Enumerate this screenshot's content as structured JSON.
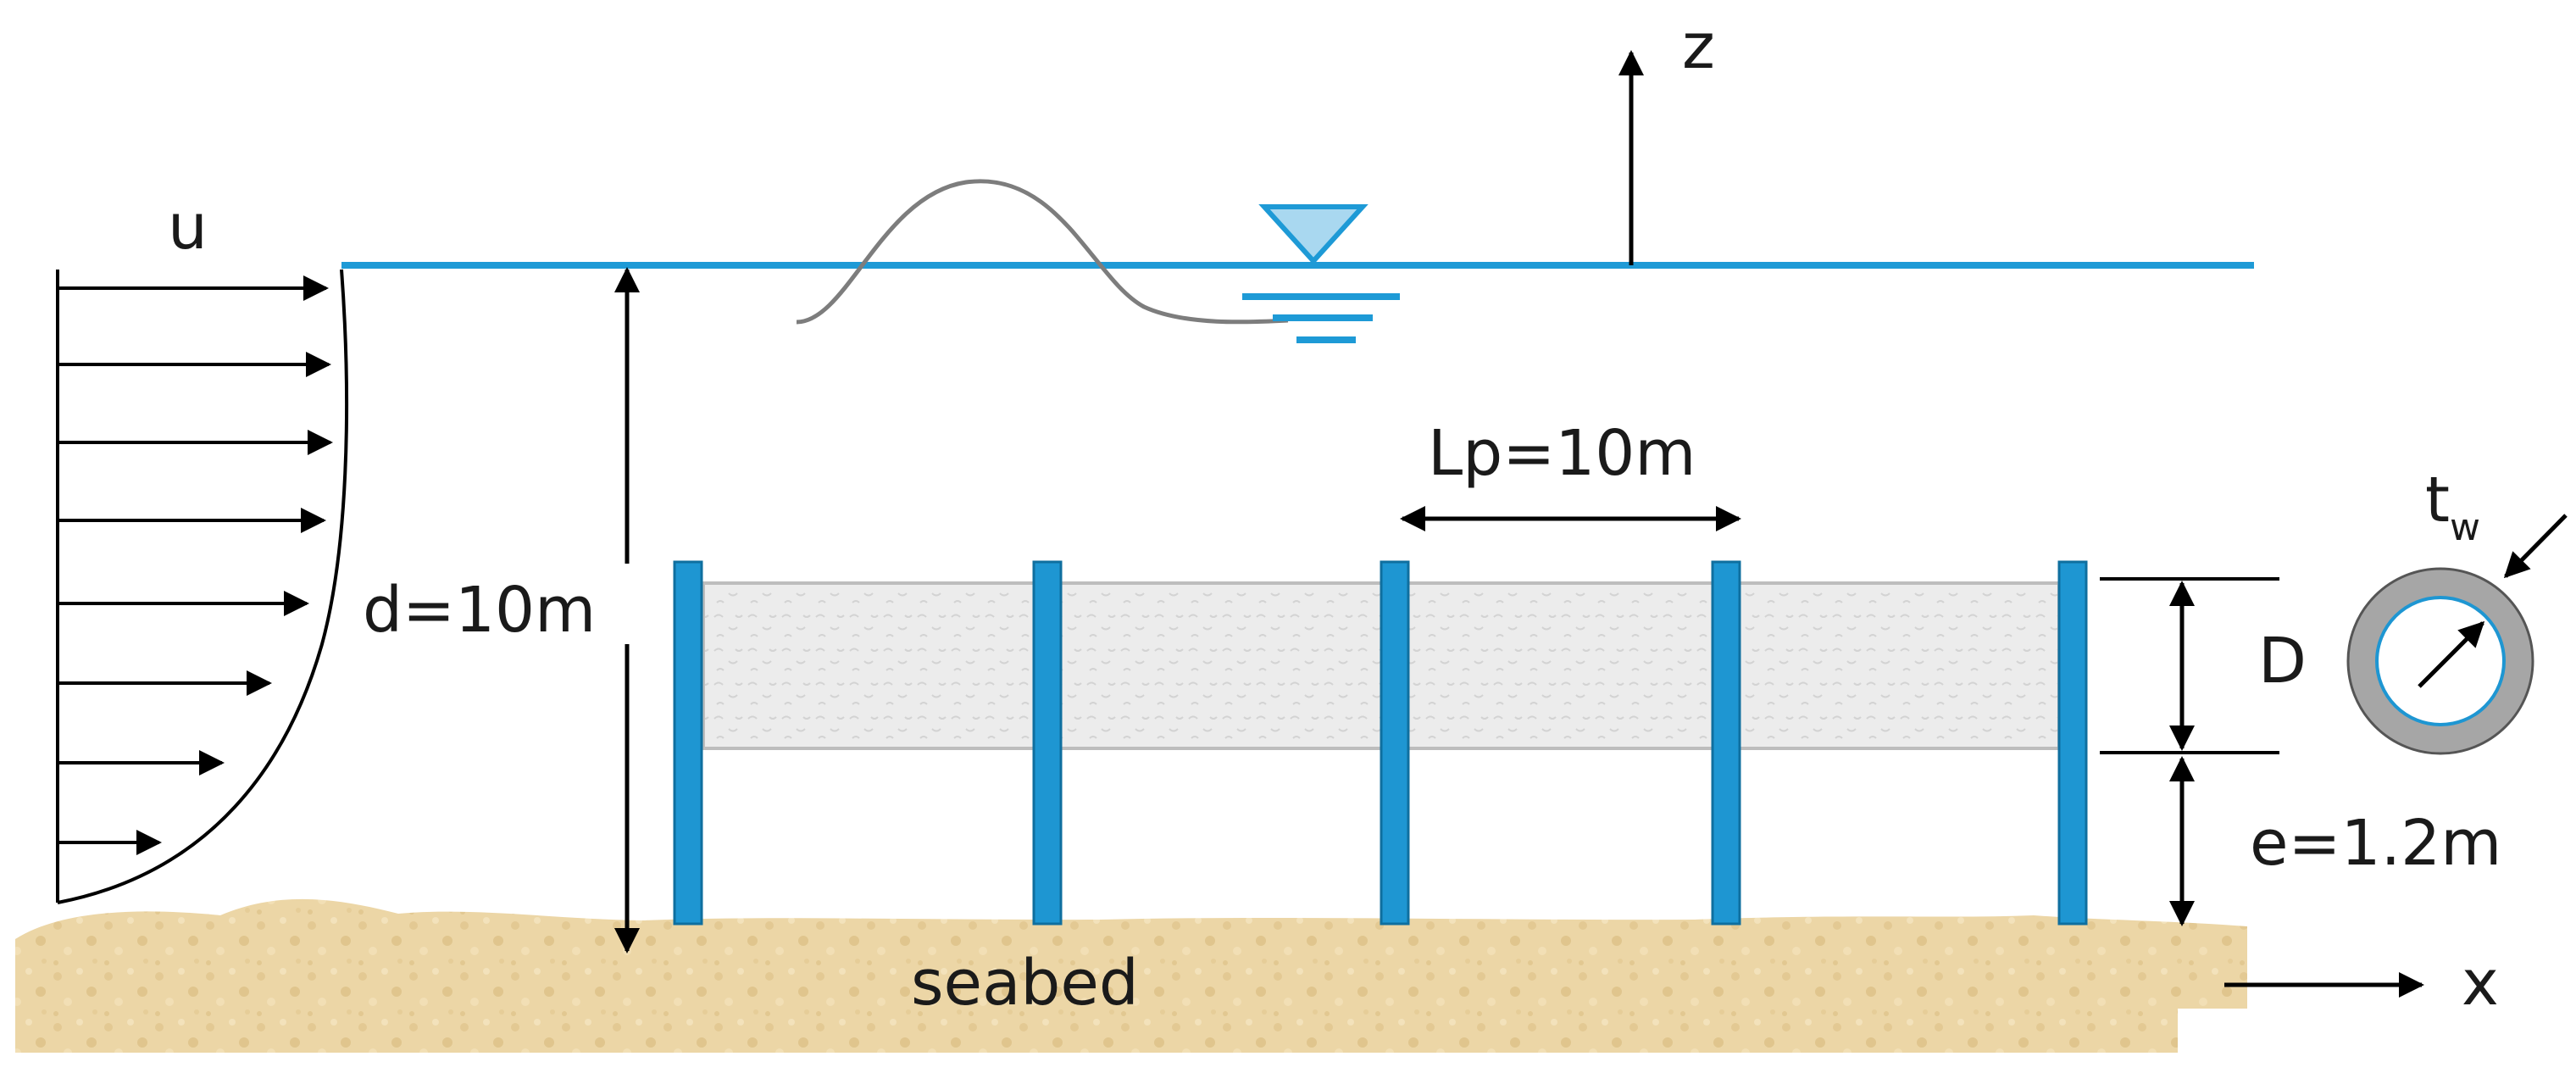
{
  "labels": {
    "velocity": "u",
    "z_axis": "z",
    "x_axis": "x",
    "depth": "d=10m",
    "pile_spacing": "Lp=10m",
    "diameter": "D",
    "gap": "e=1.2m",
    "wall_thickness": "t",
    "wall_thickness_sub": "w",
    "seabed": "seabed"
  },
  "colors": {
    "water": "#1e9ad6",
    "pile": "#1e96d2",
    "pipe_fill": "#e9e9e9",
    "pipe_wall": "#a6a6a6",
    "sand": "#ecd6a6",
    "free_surface_marker": "#a9d8f0",
    "wave": "#7d7d7d",
    "line": "#000000"
  },
  "profile_arrow_count": 8,
  "pile_count": 5
}
